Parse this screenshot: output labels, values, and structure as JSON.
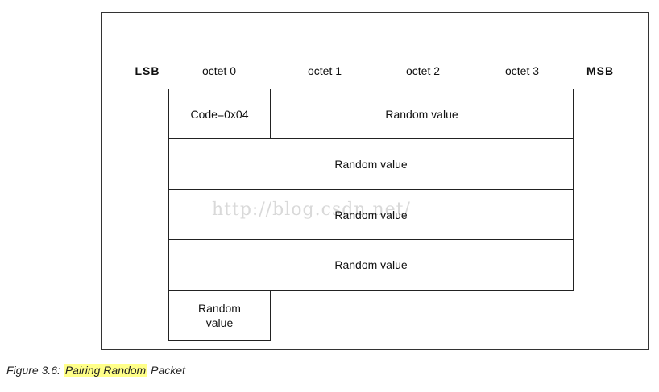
{
  "diagram": {
    "header": {
      "lsb": "LSB",
      "msb": "MSB",
      "octets": [
        "octet 0",
        "octet 1",
        "octet 2",
        "octet 3"
      ]
    },
    "rows": {
      "row1_code": "Code=0x04",
      "row1_random": "Random value",
      "row2": "Random value",
      "row3": "Random value",
      "row4": "Random value",
      "row5_line1": "Random",
      "row5_line2": "value"
    },
    "watermark": "http://blog.csdn.net/"
  },
  "caption": {
    "prefix": "Figure 3.6:",
    "highlight": "Pairing Random",
    "suffix": "Packet"
  },
  "colors": {
    "highlight": "#ffff88",
    "border": "#222222",
    "watermark": "#d9d9d9"
  }
}
